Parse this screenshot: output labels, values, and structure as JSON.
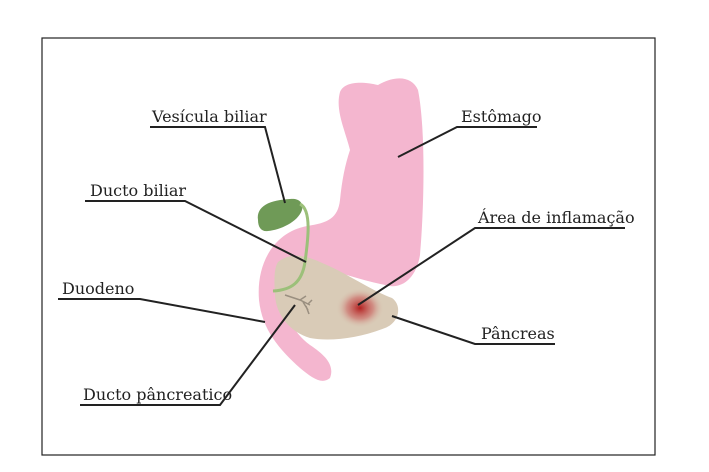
{
  "labels": {
    "gallbladder": "Vesícula biliar",
    "stomach": "Estômago",
    "bile_duct": "Ducto biliar",
    "inflammation": "Área de inflamação",
    "duodenum": "Duodeno",
    "pancreas": "Pâncreas",
    "pancreatic_duct": "Ducto pâncreatico"
  },
  "colors": {
    "stomach": "#f4b6cf",
    "pancreas": "#d9cbb7",
    "gallbladder": "#6f9a57",
    "inflammation": "#b01818"
  }
}
